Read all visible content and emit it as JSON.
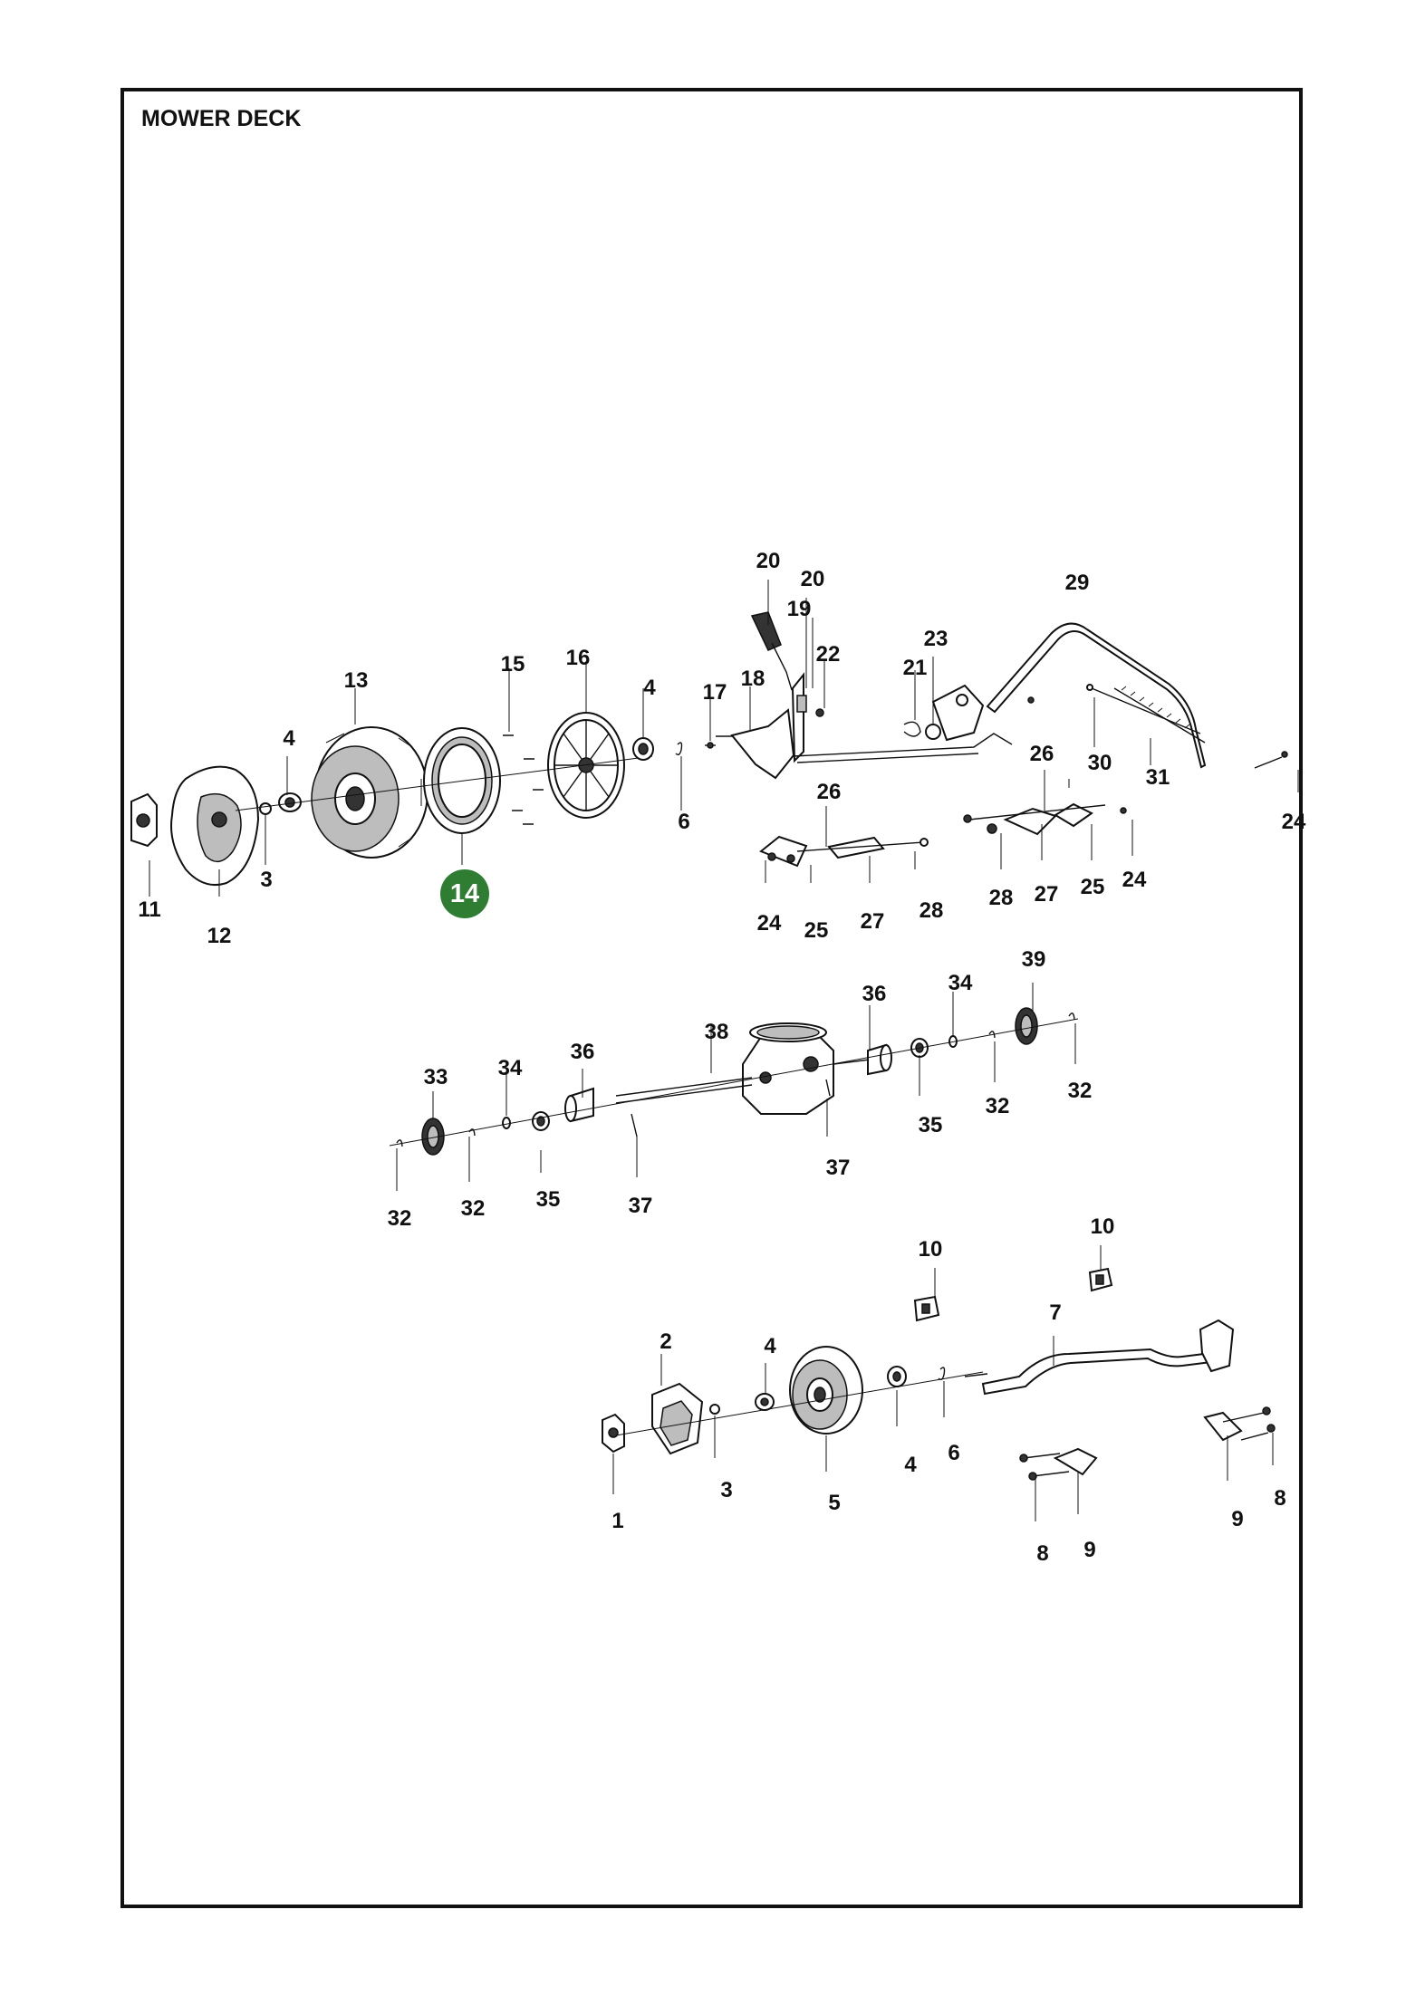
{
  "title": "MOWER DECK",
  "highlight_color": "#2e7d32",
  "highlighted_callout": "14",
  "callouts": [
    "20",
    "20",
    "19",
    "22",
    "29",
    "23",
    "21",
    "18",
    "17",
    "4",
    "16",
    "15",
    "13",
    "4",
    "26",
    "30",
    "31",
    "24",
    "6",
    "26",
    "28",
    "27",
    "25",
    "24",
    "11",
    "12",
    "3",
    "24",
    "25",
    "27",
    "28",
    "39",
    "36",
    "34",
    "38",
    "36",
    "34",
    "33",
    "35",
    "32",
    "32",
    "37",
    "32",
    "32",
    "35",
    "37",
    "10",
    "10",
    "7",
    "2",
    "4",
    "4",
    "6",
    "3",
    "5",
    "8",
    "9",
    "1",
    "9",
    "8"
  ]
}
